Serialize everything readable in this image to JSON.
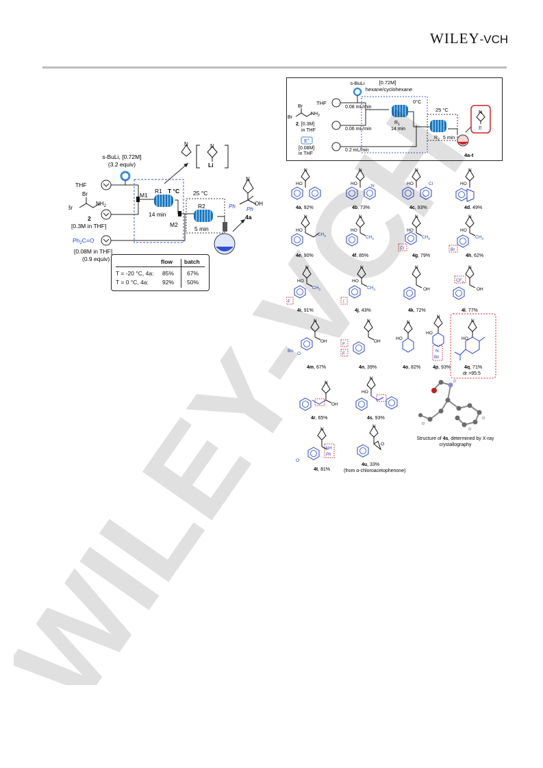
{
  "header": {
    "logo_main": "WILEY",
    "logo_suffix": "-VCH"
  },
  "watermark": "WILEY-VCH",
  "left_scheme": {
    "reagent_line1": "s-BuLi, [0.72M]",
    "reagent_line2": "(3.2 equiv)",
    "thf": "THF",
    "substrate_number": "2",
    "substrate_conc": "[0.3M in THF]",
    "electrophile": "Ph2C=O",
    "electrophile_conc": "[0.08M in THF]",
    "electrophile_equiv": "(0.9 equiv)",
    "mixer1": "M1",
    "mixer2": "M2",
    "reactor1": "R1",
    "reactor1_temp": "T °C",
    "reactor1_time": "14 min",
    "reactor2_temp": "25 °C",
    "reactor2": "R2",
    "reactor2_time": "5 min",
    "li_label": "Li",
    "product_label": "4a",
    "ph": "Ph",
    "oh": "OH"
  },
  "results_table": {
    "headers": [
      "",
      "flow",
      "batch"
    ],
    "rows": [
      {
        "condition": "T = -20 °C, 4a:",
        "flow": "85%",
        "batch": "67%"
      },
      {
        "condition": "T = 0 °C,    4a:",
        "flow": "92%",
        "batch": "50%"
      }
    ]
  },
  "right_scheme": {
    "reagent_conc": "[0.72M]",
    "reagent_name": "s-BuLi",
    "reagent_solvent": "hexane/cyclohexane",
    "thf": "THF",
    "thf_flow": "0.08 mL/min",
    "substrate_flow": "0.06 mL/min",
    "substrate_number": "2",
    "substrate_conc": ", [0.3M]",
    "substrate_solvent": "in THF",
    "electrophile": "E+",
    "electrophile_conc": "[0.08M]",
    "electrophile_solvent": "in THF",
    "electrophile_flow": "0.2 mL/min",
    "temp1": "0°C",
    "reactor1": "R1",
    "reactor1_time": "14 min",
    "temp2": "25 °C",
    "reactor2": "R2",
    "reactor2_time": "5 min",
    "product_range": "4a-t",
    "product_e": "E"
  },
  "products": [
    {
      "id": "4a",
      "yield": ", 92%"
    },
    {
      "id": "4b",
      "yield": ", 73%"
    },
    {
      "id": "4c",
      "yield": ", 93%"
    },
    {
      "id": "4d",
      "yield": ", 49%"
    },
    {
      "id": "4e",
      "yield": ", 90%"
    },
    {
      "id": "4f",
      "yield": ", 85%"
    },
    {
      "id": "4g",
      "yield": ", 79%"
    },
    {
      "id": "4h",
      "yield": ", 62%"
    },
    {
      "id": "4i",
      "yield": ", 91%"
    },
    {
      "id": "4j",
      "yield": ", 43%"
    },
    {
      "id": "4k",
      "yield": ", 72%"
    },
    {
      "id": "4l",
      "yield": ", 77%"
    },
    {
      "id": "4m",
      "yield": ", 67%"
    },
    {
      "id": "4n",
      "yield": ", 39%"
    },
    {
      "id": "4o",
      "yield": ", 82%"
    },
    {
      "id": "4p",
      "yield": ", 93%"
    },
    {
      "id": "4q",
      "yield": ", 71%"
    },
    {
      "id": "4r",
      "yield": ", 65%"
    },
    {
      "id": "4s",
      "yield": ", 93%"
    },
    {
      "id": "4t",
      "yield": ", 81%"
    },
    {
      "id": "4u",
      "yield": ", 33%"
    }
  ],
  "notes": {
    "dr": "dr >95:5",
    "u_source": "(from α-chloroacetophenone)",
    "xray_line1_pre": "Structure of ",
    "xray_compound": "4s",
    "xray_line1_post": ", determined by X-ray",
    "xray_line2": "crystallography"
  },
  "atom_labels": {
    "ho": "HO",
    "oh": "OH",
    "n": "N",
    "cl": "Cl",
    "br": "Br",
    "f": "F",
    "i": "I",
    "ch3": "CH3",
    "cf3": "CF3",
    "bn": "Bn",
    "nh": "NH",
    "ph": "Ph",
    "o": "O"
  },
  "colors": {
    "blue": "#1f3fd1",
    "red": "#d42020",
    "dashed_box": "#3a5bd9",
    "gray_rule": "#bdbdbd"
  }
}
